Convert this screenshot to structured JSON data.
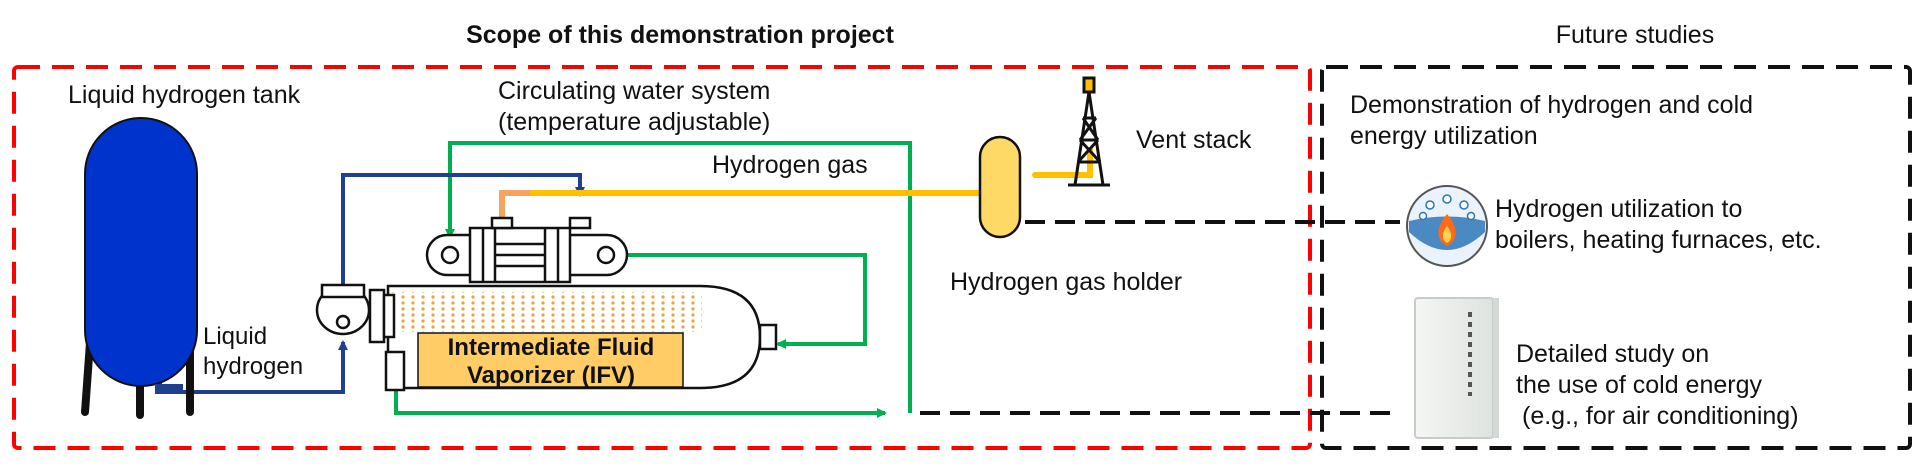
{
  "scope_title": "Scope of this demonstration project",
  "future_title": "Future studies",
  "labels": {
    "tank": "Liquid hydrogen tank",
    "water_system_line1": "Circulating water system",
    "water_system_line2": "(temperature adjustable)",
    "hydrogen_gas": "Hydrogen gas",
    "vent_stack": "Vent stack",
    "gas_holder": "Hydrogen gas holder",
    "liquid_hydrogen_line1": "Liquid",
    "liquid_hydrogen_line2": "hydrogen",
    "ifv_line1": "Intermediate Fluid",
    "ifv_line2": "Vaporizer (IFV)"
  },
  "future": {
    "demo_line1": "Demonstration of hydrogen and cold",
    "demo_line2": "energy utilization",
    "h2_use_line1": "Hydrogen utilization to",
    "h2_use_line2": "boilers, heating furnaces, etc.",
    "cold_line1": "Detailed study on",
    "cold_line2": "the use of cold energy",
    "cold_line3": "(e.g., for air conditioning)"
  },
  "colors": {
    "scope_border": "#ff0000",
    "future_border": "#111111",
    "tank": "#0033cc",
    "lh2_pipe": "#1f3f8f",
    "water_pipe": "#00b050",
    "hydrogen_pipe": "#ffc000",
    "ifv_fill": "#ffcc66",
    "holder_fill": "#ffd966"
  }
}
